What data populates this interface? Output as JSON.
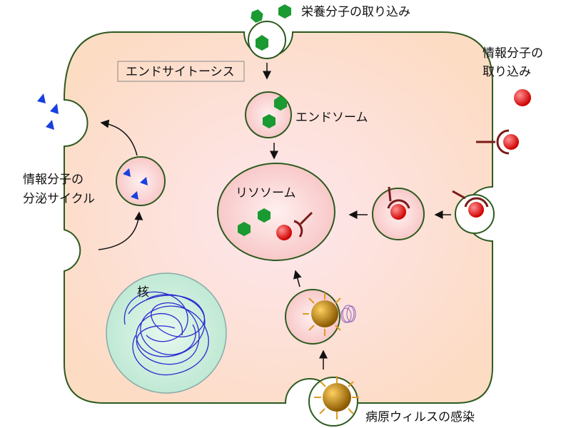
{
  "labels": {
    "nutrient_uptake": "栄養分子の取り込み",
    "info_uptake_line1": "情報分子の",
    "info_uptake_line2": "取り込み",
    "endocytosis": "エンドサイトーシス",
    "endosome": "エンドソーム",
    "lysosome": "リソソーム",
    "secretion_line1": "情報分子の",
    "secretion_line2": "分泌サイクル",
    "nucleus": "核",
    "virus_infection": "病原ウィルスの感染"
  },
  "colors": {
    "membrane": "#2d5a1e",
    "cytoplasm": "#fde0d0",
    "vesicle": "#fbd0d0",
    "nutrient": "#1a9a30",
    "info_molecule": "#e01818",
    "secreted_molecule": "#1840e0",
    "receptor": "#7a1a1a",
    "nucleus_fill": "#c8eedd",
    "chromatin": "#2b2bd0",
    "virus": "#c08a10",
    "virus_spikes": "#e09a20"
  }
}
